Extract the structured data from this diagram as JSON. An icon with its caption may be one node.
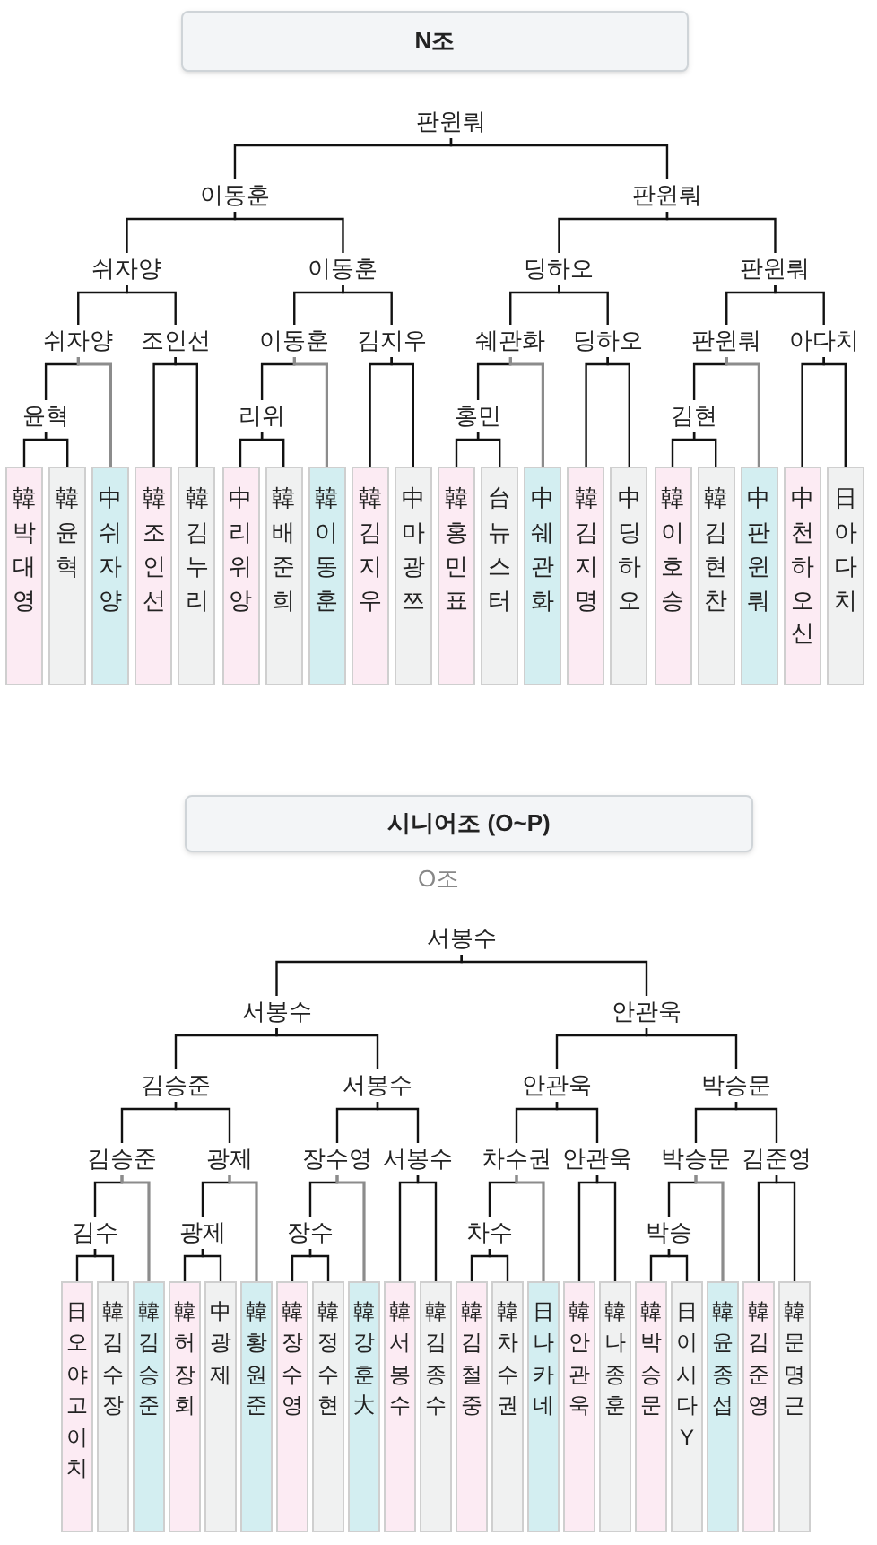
{
  "diagram": {
    "nodes": [
      {
        "text": [
          "N조"
        ]
      },
      {
        "text": [
          "판윈뤄"
        ]
      },
      {
        "text": [
          "이동훈"
        ]
      },
      {
        "text": [
          "판윈뤄"
        ]
      },
      {
        "text": [
          "쉬자양"
        ]
      },
      {
        "text": [
          "이동훈"
        ]
      },
      {
        "text": [
          "딩하오"
        ]
      },
      {
        "text": [
          "판윈뤄"
        ]
      },
      {
        "text": [
          "쉬자양"
        ]
      },
      {
        "text": [
          "조인선"
        ]
      },
      {
        "text": [
          "이동훈"
        ]
      },
      {
        "text": [
          "김지우"
        ]
      },
      {
        "text": [
          "쉐관화"
        ]
      },
      {
        "text": [
          "딩하오"
        ]
      },
      {
        "text": [
          "판윈뤄"
        ]
      },
      {
        "text": [
          "아다치"
        ]
      },
      {
        "text": [
          "윤혁"
        ]
      },
      {
        "text": [
          "리위"
        ]
      },
      {
        "text": [
          "홍민"
        ]
      },
      {
        "text": [
          "김현"
        ]
      },
      {
        "text": [
          "韓",
          "박대영"
        ]
      },
      {
        "text": [
          "韓",
          "윤혁"
        ]
      },
      {
        "text": [
          "中",
          "쉬자양"
        ]
      },
      {
        "text": [
          "韓",
          "조인선"
        ]
      },
      {
        "text": [
          "韓",
          "김누리"
        ]
      },
      {
        "text": [
          "中",
          "리위앙"
        ]
      },
      {
        "text": [
          "韓",
          "배준희"
        ]
      },
      {
        "text": [
          "韓",
          "이동훈"
        ]
      },
      {
        "text": [
          "韓",
          "김지우"
        ]
      },
      {
        "text": [
          "中",
          "마광쯔"
        ]
      },
      {
        "text": [
          "韓",
          "홍민표"
        ]
      },
      {
        "text": [
          "台",
          "뉴스터"
        ]
      },
      {
        "text": [
          "中",
          "쉐관화"
        ]
      },
      {
        "text": [
          "韓",
          "김지명"
        ]
      },
      {
        "text": [
          "中",
          "딩하오"
        ]
      },
      {
        "text": [
          "韓",
          "이호승"
        ]
      },
      {
        "text": [
          "韓",
          "김현찬"
        ]
      },
      {
        "text": [
          "中",
          "판윈뤄"
        ]
      },
      {
        "text": [
          "中",
          "천하오신"
        ]
      },
      {
        "text": [
          "日",
          "아다치"
        ]
      },
      {
        "text": [
          "시니어조 (O~P)"
        ]
      },
      {
        "text": [
          "서봉수"
        ]
      },
      {
        "text": [
          "서봉수"
        ]
      },
      {
        "text": [
          "안관욱"
        ]
      },
      {
        "text": [
          "김승준"
        ]
      },
      {
        "text": [
          "서봉수"
        ]
      },
      {
        "text": [
          "안관욱"
        ]
      },
      {
        "text": [
          "박승문"
        ]
      },
      {
        "text": [
          "김승준"
        ]
      },
      {
        "text": [
          "광제"
        ]
      },
      {
        "text": [
          "장수영"
        ]
      },
      {
        "text": [
          "서봉수"
        ]
      },
      {
        "text": [
          "차수권"
        ]
      },
      {
        "text": [
          "안관욱"
        ]
      },
      {
        "text": [
          "박승문"
        ]
      },
      {
        "text": [
          "김준영"
        ]
      },
      {
        "text": [
          "김수"
        ]
      },
      {
        "text": [
          "광제"
        ]
      },
      {
        "text": [
          "장수"
        ]
      },
      {
        "text": [
          "차수"
        ]
      },
      {
        "text": [
          "박승"
        ]
      },
      {
        "text": [
          "日",
          "오야고이치"
        ]
      },
      {
        "text": [
          "韓",
          "김수장"
        ]
      },
      {
        "text": [
          "韓",
          "김승준"
        ]
      },
      {
        "text": [
          "韓",
          "허장회"
        ]
      },
      {
        "text": [
          "中",
          "광제"
        ]
      },
      {
        "text": [
          "韓",
          "황원준"
        ]
      },
      {
        "text": [
          "韓",
          "장수영"
        ]
      },
      {
        "text": [
          "韓",
          "정수현"
        ]
      },
      {
        "text": [
          "韓",
          "강훈大"
        ]
      },
      {
        "text": [
          "韓",
          "서봉수"
        ]
      },
      {
        "text": [
          "韓",
          "김종수"
        ]
      },
      {
        "text": [
          "韓",
          "김철중"
        ]
      },
      {
        "text": [
          "韓",
          "차수권"
        ]
      },
      {
        "text": [
          "日",
          "나카네"
        ]
      },
      {
        "text": [
          "韓",
          "안관욱"
        ]
      },
      {
        "text": [
          "韓",
          "나종훈"
        ]
      },
      {
        "text": [
          "韓",
          "박승문"
        ]
      },
      {
        "text": [
          "日",
          "이시다Y"
        ]
      },
      {
        "text": [
          "韓",
          "윤종섭"
        ]
      },
      {
        "text": [
          "韓",
          "김준영"
        ]
      },
      {
        "text": [
          "韓",
          "문명근"
        ]
      }
    ],
    "edges": [
      {
        "from": 2,
        "to": 1,
        "arrow": "none"
      },
      {
        "from": 3,
        "to": 1,
        "arrow": "none"
      },
      {
        "from": 4,
        "to": 2,
        "arrow": "none"
      },
      {
        "from": 5,
        "to": 2,
        "arrow": "none"
      },
      {
        "from": 6,
        "to": 3,
        "arrow": "none"
      },
      {
        "from": 7,
        "to": 3,
        "arrow": "none"
      },
      {
        "from": 8,
        "to": 4,
        "arrow": "none"
      },
      {
        "from": 9,
        "to": 4,
        "arrow": "none"
      },
      {
        "from": 10,
        "to": 5,
        "arrow": "none"
      },
      {
        "from": 11,
        "to": 5,
        "arrow": "none"
      },
      {
        "from": 12,
        "to": 6,
        "arrow": "none"
      },
      {
        "from": 13,
        "to": 6,
        "arrow": "none"
      },
      {
        "from": 14,
        "to": 7,
        "arrow": "none"
      },
      {
        "from": 15,
        "to": 7,
        "arrow": "none"
      },
      {
        "from": 16,
        "to": 8,
        "arrow": "none"
      },
      {
        "from": 22,
        "to": 8,
        "arrow": "none",
        "color": "#8c8c8c"
      },
      {
        "from": 23,
        "to": 9,
        "arrow": "none"
      },
      {
        "from": 24,
        "to": 9,
        "arrow": "none"
      },
      {
        "from": 17,
        "to": 10,
        "arrow": "none"
      },
      {
        "from": 27,
        "to": 10,
        "arrow": "none",
        "color": "#8c8c8c"
      },
      {
        "from": 28,
        "to": 11,
        "arrow": "none"
      },
      {
        "from": 29,
        "to": 11,
        "arrow": "none"
      },
      {
        "from": 18,
        "to": 12,
        "arrow": "none"
      },
      {
        "from": 32,
        "to": 12,
        "arrow": "none",
        "color": "#8c8c8c"
      },
      {
        "from": 33,
        "to": 13,
        "arrow": "none"
      },
      {
        "from": 34,
        "to": 13,
        "arrow": "none"
      },
      {
        "from": 19,
        "to": 14,
        "arrow": "none"
      },
      {
        "from": 37,
        "to": 14,
        "arrow": "none",
        "color": "#8c8c8c"
      },
      {
        "from": 38,
        "to": 15,
        "arrow": "none"
      },
      {
        "from": 39,
        "to": 15,
        "arrow": "none"
      },
      {
        "from": 20,
        "to": 16,
        "arrow": "none"
      },
      {
        "from": 21,
        "to": 16,
        "arrow": "none"
      },
      {
        "from": 25,
        "to": 17,
        "arrow": "none"
      },
      {
        "from": 26,
        "to": 17,
        "arrow": "none"
      },
      {
        "from": 30,
        "to": 18,
        "arrow": "none"
      },
      {
        "from": 31,
        "to": 18,
        "arrow": "none"
      },
      {
        "from": 35,
        "to": 19,
        "arrow": "none"
      },
      {
        "from": 36,
        "to": 19,
        "arrow": "none"
      },
      {
        "from": 42,
        "to": 41,
        "arrow": "none"
      },
      {
        "from": 43,
        "to": 41,
        "arrow": "none"
      },
      {
        "from": 44,
        "to": 42,
        "arrow": "none"
      },
      {
        "from": 45,
        "to": 42,
        "arrow": "none"
      },
      {
        "from": 46,
        "to": 43,
        "arrow": "none"
      },
      {
        "from": 47,
        "to": 43,
        "arrow": "none"
      },
      {
        "from": 48,
        "to": 44,
        "arrow": "none"
      },
      {
        "from": 49,
        "to": 44,
        "arrow": "none"
      },
      {
        "from": 50,
        "to": 45,
        "arrow": "none"
      },
      {
        "from": 51,
        "to": 45,
        "arrow": "none"
      },
      {
        "from": 52,
        "to": 46,
        "arrow": "none"
      },
      {
        "from": 53,
        "to": 46,
        "arrow": "none"
      },
      {
        "from": 54,
        "to": 47,
        "arrow": "none"
      },
      {
        "from": 55,
        "to": 47,
        "arrow": "none"
      },
      {
        "from": 56,
        "to": 48,
        "arrow": "none"
      },
      {
        "from": 63,
        "to": 48,
        "arrow": "none",
        "color": "#8c8c8c"
      },
      {
        "from": 57,
        "to": 49,
        "arrow": "none"
      },
      {
        "from": 66,
        "to": 49,
        "arrow": "none",
        "color": "#8c8c8c"
      },
      {
        "from": 58,
        "to": 50,
        "arrow": "none"
      },
      {
        "from": 69,
        "to": 50,
        "arrow": "none",
        "color": "#8c8c8c"
      },
      {
        "from": 70,
        "to": 51,
        "arrow": "none"
      },
      {
        "from": 71,
        "to": 51,
        "arrow": "none"
      },
      {
        "from": 59,
        "to": 52,
        "arrow": "none"
      },
      {
        "from": 74,
        "to": 52,
        "arrow": "none",
        "color": "#8c8c8c"
      },
      {
        "from": 75,
        "to": 53,
        "arrow": "none"
      },
      {
        "from": 76,
        "to": 53,
        "arrow": "none"
      },
      {
        "from": 60,
        "to": 54,
        "arrow": "none"
      },
      {
        "from": 79,
        "to": 54,
        "arrow": "none",
        "color": "#8c8c8c"
      },
      {
        "from": 80,
        "to": 55,
        "arrow": "none"
      },
      {
        "from": 81,
        "to": 55,
        "arrow": "none"
      },
      {
        "from": 61,
        "to": 56,
        "arrow": "none"
      },
      {
        "from": 62,
        "to": 56,
        "arrow": "none"
      },
      {
        "from": 64,
        "to": 57,
        "arrow": "none"
      },
      {
        "from": 65,
        "to": 57,
        "arrow": "none"
      },
      {
        "from": 67,
        "to": 58,
        "arrow": "none"
      },
      {
        "from": 68,
        "to": 58,
        "arrow": "none"
      },
      {
        "from": 72,
        "to": 59,
        "arrow": "none"
      },
      {
        "from": 73,
        "to": 59,
        "arrow": "none"
      },
      {
        "from": 77,
        "to": 60,
        "arrow": "none"
      },
      {
        "from": 78,
        "to": 60,
        "arrow": "none"
      }
    ],
    "labels": [
      "O조"
    ]
  }
}
